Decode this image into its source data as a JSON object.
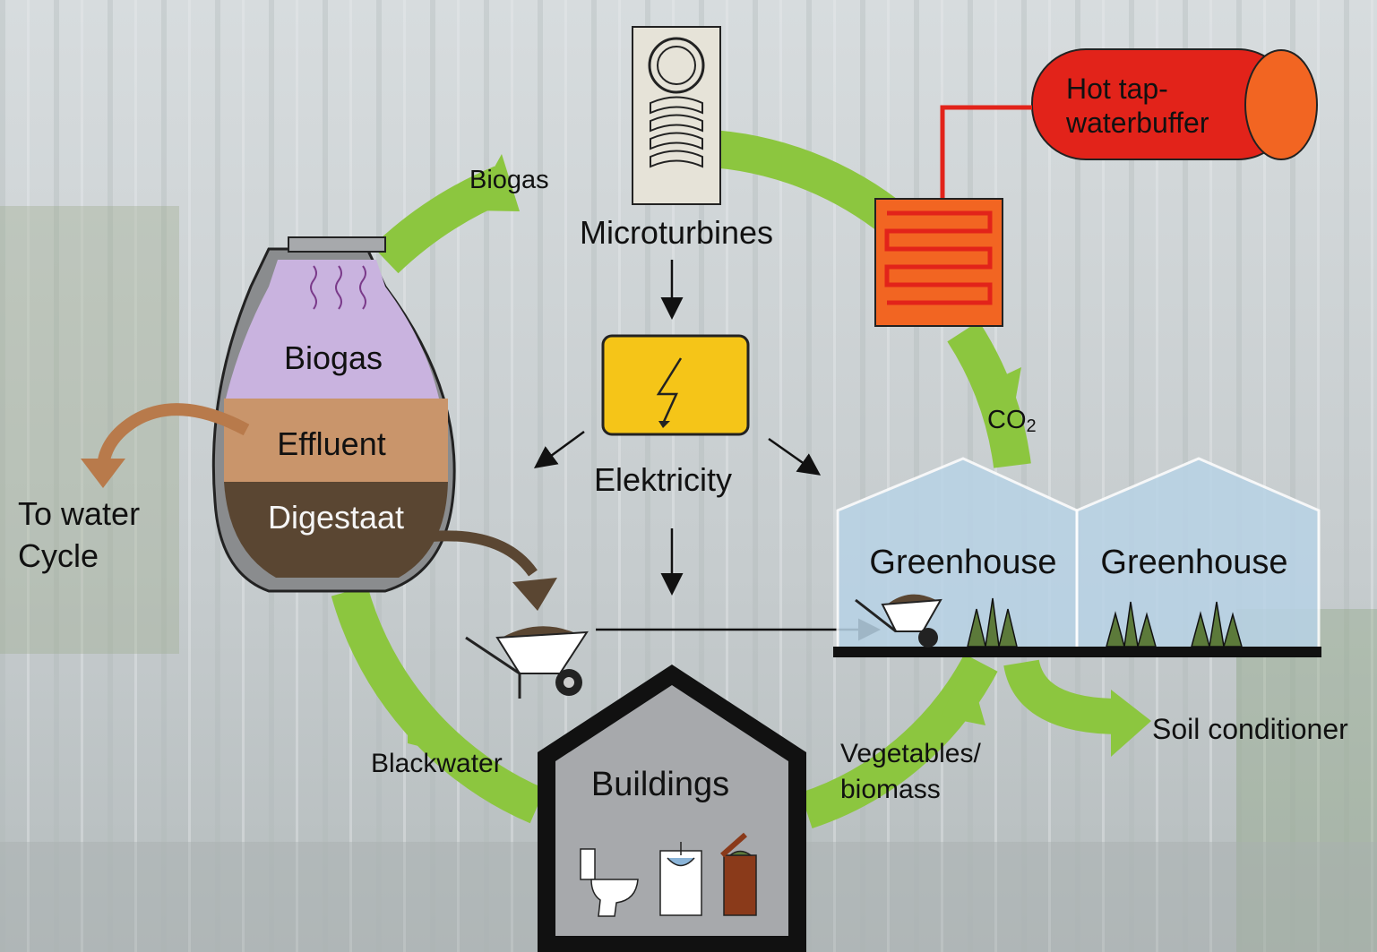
{
  "diagram": {
    "microturbines": "Microturbines",
    "electricity": "Elektricity",
    "hot_tap_water_buffer_line1": "Hot tap-",
    "hot_tap_water_buffer_line2": "waterbuffer",
    "digester": {
      "biogas": "Biogas",
      "effluent": "Effluent",
      "digestate": "Digestaat"
    },
    "to_water_cycle_line1": "To water",
    "to_water_cycle_line2": "Cycle",
    "biogas_flow": "Biogas",
    "co2_main": "CO",
    "co2_sub": "2",
    "greenhouse_1": "Greenhouse",
    "greenhouse_2": "Greenhouse",
    "soil_conditioner": "Soil conditioner",
    "vegetables_line1": "Vegetables/",
    "vegetables_line2": "biomass",
    "blackwater": "Blackwater",
    "buildings": "Buildings"
  },
  "colors": {
    "cycle_green": "#8cc63f",
    "biogas_purple": "#c9b3df",
    "effluent_tan": "#c9956b",
    "digestate_brown": "#5a4632",
    "electric_yellow": "#f5c518",
    "buffer_red": "#e2231a",
    "heat_orange": "#f26522",
    "greenhouse_blue": "#b8d3e6",
    "building_gray": "#a7a9ac"
  },
  "icons": [
    "microturbine-icon",
    "lightning-icon",
    "heat-exchanger-icon",
    "water-tank-icon",
    "wheelbarrow-icon",
    "plant-icon",
    "toilet-icon",
    "sink-icon",
    "waste-bin-icon"
  ]
}
